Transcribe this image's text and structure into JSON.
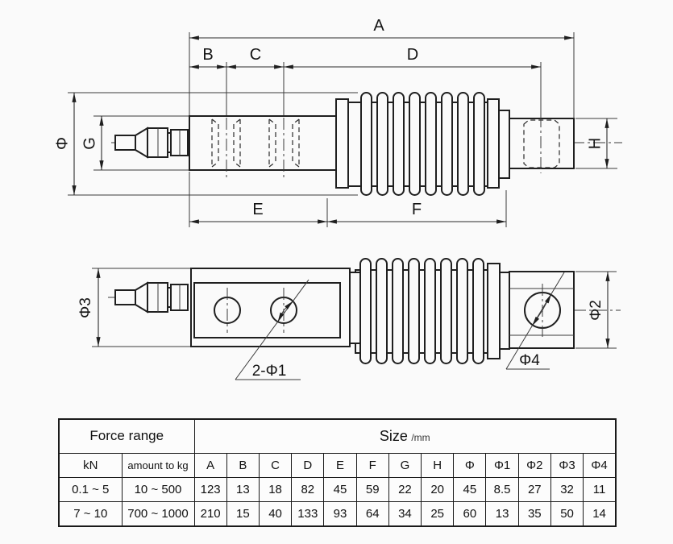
{
  "drawing": {
    "labels": {
      "A": "A",
      "B": "B",
      "C": "C",
      "D": "D",
      "E": "E",
      "F": "F",
      "G": "G",
      "H": "H",
      "phi": "Φ",
      "phi3": "Φ3",
      "phi2": "Φ2",
      "phi4": "Φ4",
      "holes": "2-Φ1"
    }
  },
  "table": {
    "force_range_header": "Force range",
    "size_header": "Size",
    "size_unit": "/mm",
    "sub_headers": [
      "kN",
      "amount to kg",
      "A",
      "B",
      "C",
      "D",
      "E",
      "F",
      "G",
      "H",
      "Φ",
      "Φ1",
      "Φ2",
      "Φ3",
      "Φ4"
    ],
    "rows": [
      [
        "0.1 ~ 5",
        "10 ~ 500",
        "123",
        "13",
        "18",
        "82",
        "45",
        "59",
        "22",
        "20",
        "45",
        "8.5",
        "27",
        "32",
        "11"
      ],
      [
        "7 ~ 10",
        "700 ~ 1000",
        "210",
        "15",
        "40",
        "133",
        "93",
        "64",
        "34",
        "25",
        "60",
        "13",
        "35",
        "50",
        "14"
      ]
    ]
  },
  "colors": {
    "line": "#1f1f1f",
    "background": "#fafafa"
  }
}
